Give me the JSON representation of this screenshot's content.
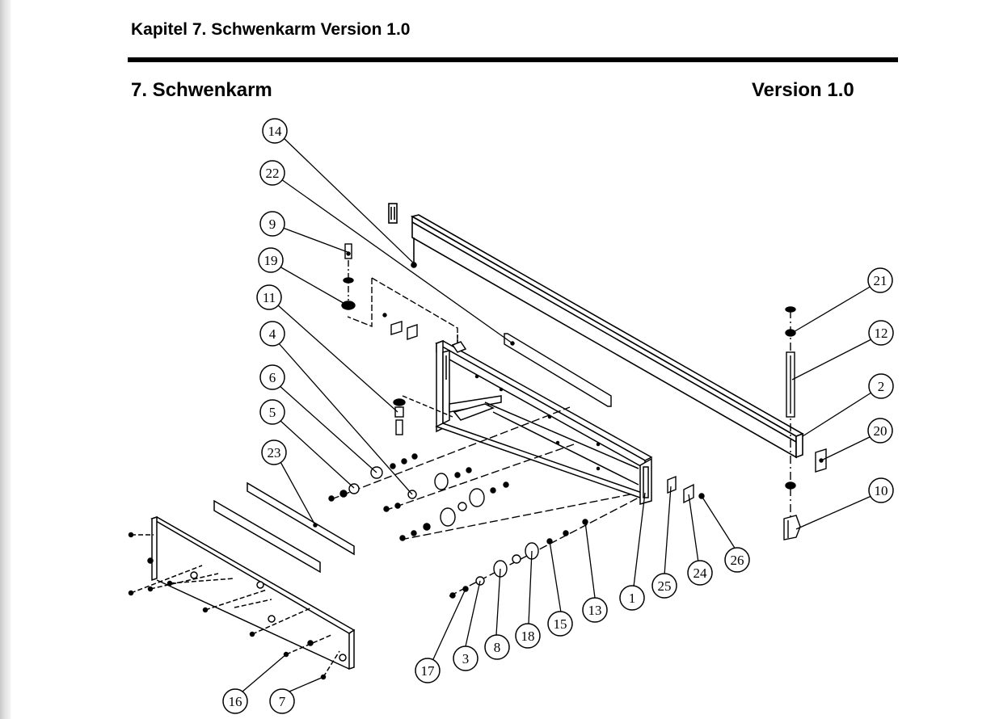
{
  "header": {
    "chapter_title": "Kapitel 7. Schwenkarm Version 1.0"
  },
  "section": {
    "title": "7. Schwenkarm",
    "version": "Version 1.0"
  },
  "drawing": {
    "callouts": [
      {
        "id": "c14",
        "label": "14"
      },
      {
        "id": "c22",
        "label": "22"
      },
      {
        "id": "c9",
        "label": "9"
      },
      {
        "id": "c19",
        "label": "19"
      },
      {
        "id": "c11",
        "label": "11"
      },
      {
        "id": "c4",
        "label": "4"
      },
      {
        "id": "c6",
        "label": "6"
      },
      {
        "id": "c5",
        "label": "5"
      },
      {
        "id": "c23",
        "label": "23"
      },
      {
        "id": "c21",
        "label": "21"
      },
      {
        "id": "c12",
        "label": "12"
      },
      {
        "id": "c2",
        "label": "2"
      },
      {
        "id": "c20",
        "label": "20"
      },
      {
        "id": "c10",
        "label": "10"
      },
      {
        "id": "c26",
        "label": "26"
      },
      {
        "id": "c24",
        "label": "24"
      },
      {
        "id": "c25",
        "label": "25"
      },
      {
        "id": "c1",
        "label": "1"
      },
      {
        "id": "c13",
        "label": "13"
      },
      {
        "id": "c15",
        "label": "15"
      },
      {
        "id": "c18",
        "label": "18"
      },
      {
        "id": "c8",
        "label": "8"
      },
      {
        "id": "c3",
        "label": "3"
      },
      {
        "id": "c17",
        "label": "17"
      },
      {
        "id": "c16",
        "label": "16"
      },
      {
        "id": "c7",
        "label": "7"
      }
    ]
  }
}
